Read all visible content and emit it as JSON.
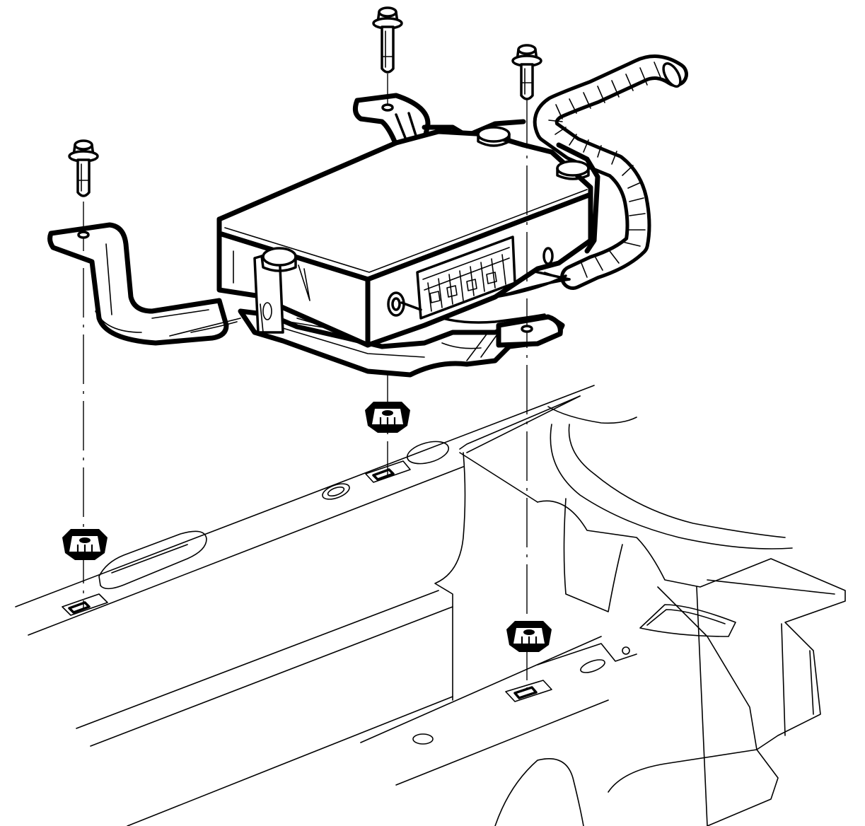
{
  "diagram": {
    "subject": "module-with-bracket-fastener-installation",
    "bolts": [
      {
        "id": "bolt-left"
      },
      {
        "id": "bolt-center"
      },
      {
        "id": "bolt-right"
      }
    ],
    "nuts": [
      {
        "id": "nut-left"
      },
      {
        "id": "nut-center"
      },
      {
        "id": "nut-right"
      }
    ],
    "colors": {
      "line": "#000000",
      "background": "#ffffff"
    }
  }
}
